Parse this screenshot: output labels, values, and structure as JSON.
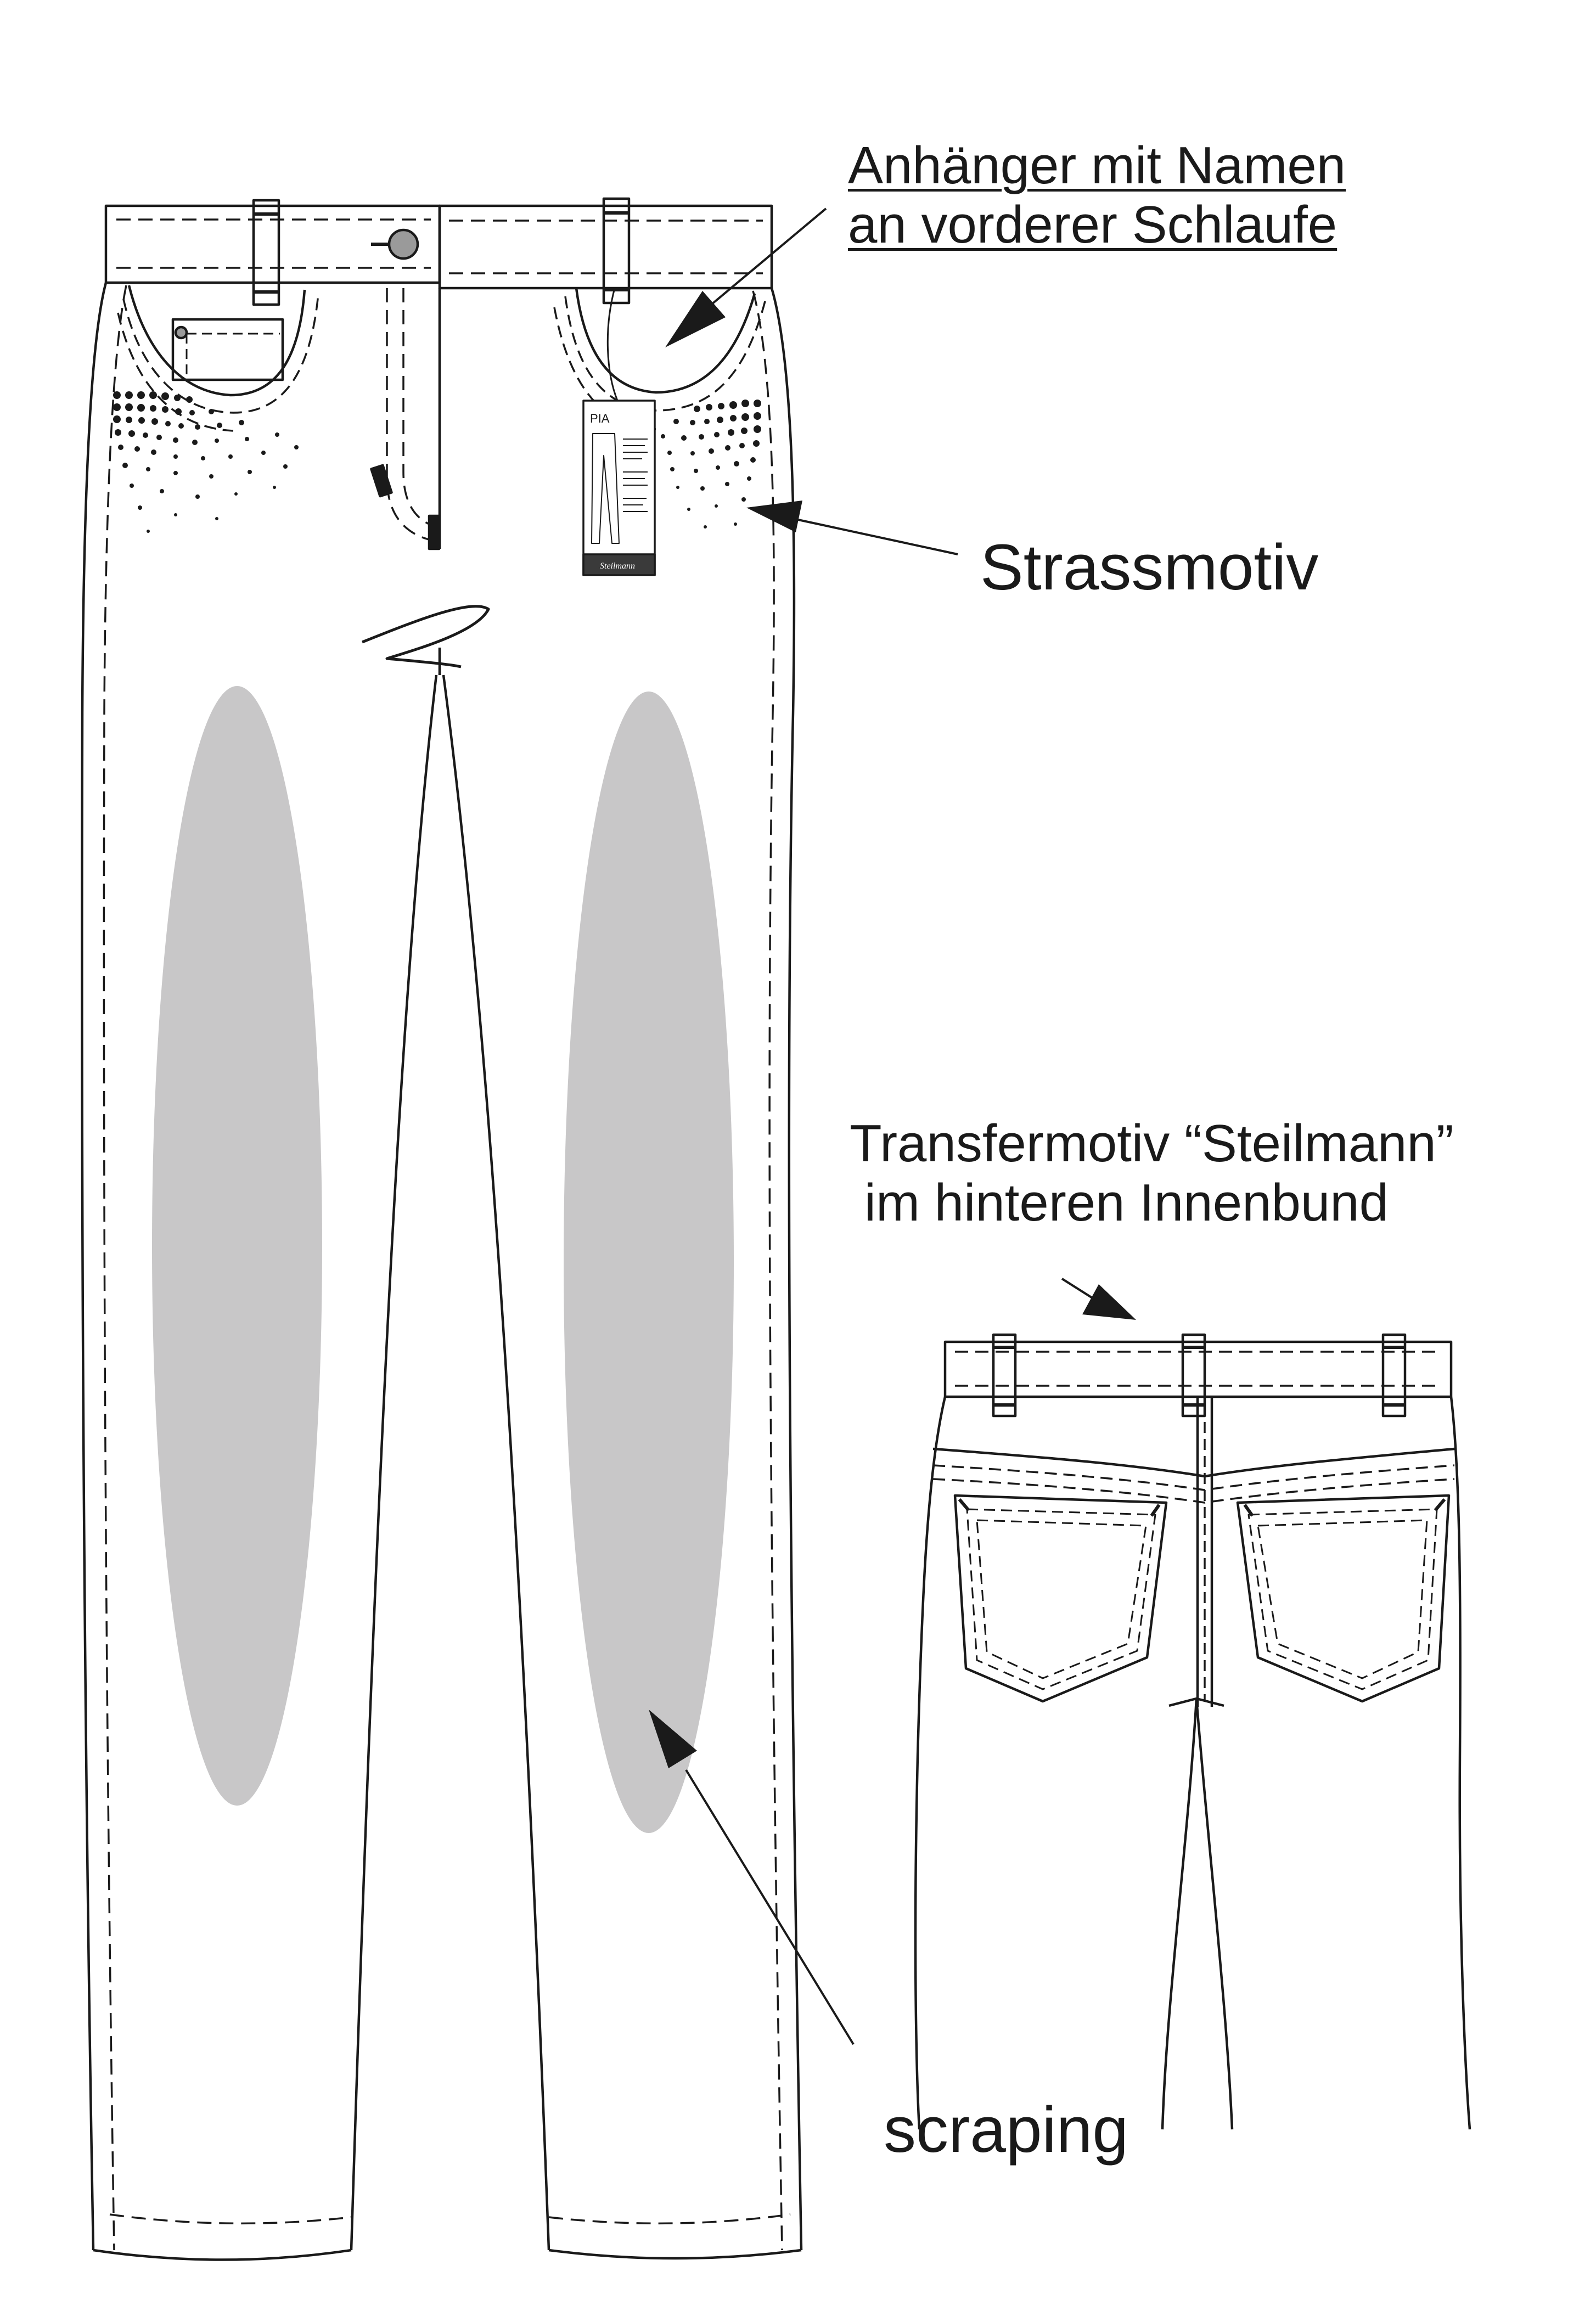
{
  "annotations": {
    "hang_tag": {
      "line1": "Anhänger mit Namen ",
      "line2": "an vorderer Schlaufe"
    },
    "rhinestone": {
      "text": "Strassmotiv"
    },
    "transfer": {
      "line1": "Transfermotiv “Steilmann”",
      "line2": " im hinteren Innenbund"
    },
    "scraping": {
      "text": "scraping"
    }
  },
  "tag": {
    "title": "PIA",
    "brand": "Steilmann"
  },
  "colors": {
    "line": "#1a1a1a",
    "scraping": "#c8c7c8",
    "button": "#9a9a9a",
    "tag_band": "#3a3a3a"
  }
}
